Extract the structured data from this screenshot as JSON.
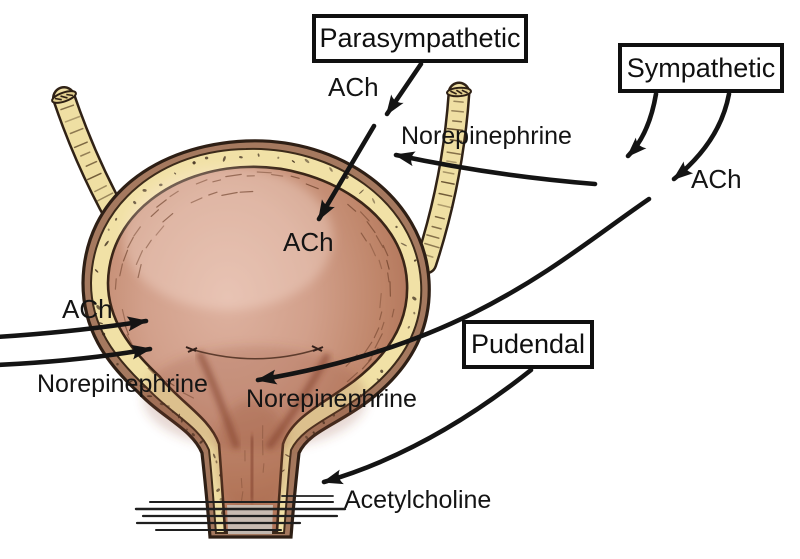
{
  "boxes": {
    "parasympathetic": "Parasympathetic",
    "sympathetic": "Sympathetic",
    "pudendal": "Pudendal"
  },
  "labels": {
    "ach_parasympathetic": "ACh",
    "norepinephrine_dome": "Norepinephrine",
    "ach_sympathetic": "ACh",
    "ach_detrusor": "ACh",
    "ach_left": "ACh",
    "norepinephrine_left": "Norepinephrine",
    "norepinephrine_neck": "Norepinephrine",
    "acetylcholine_urethra": "Acetylcholine"
  },
  "colors": {
    "line": "#141414",
    "box_border": "#101010",
    "bladder_serosa": "#A5795F",
    "bladder_muscle_yellow": "#F1E1A6",
    "bladder_lumen_light": "#DEB2A0",
    "bladder_lumen_dark": "#9F6147",
    "ureter_yellow": "#EFDFA3",
    "urethra_tip_gray": "#C9BFB6",
    "background": "#FFFFFF"
  }
}
